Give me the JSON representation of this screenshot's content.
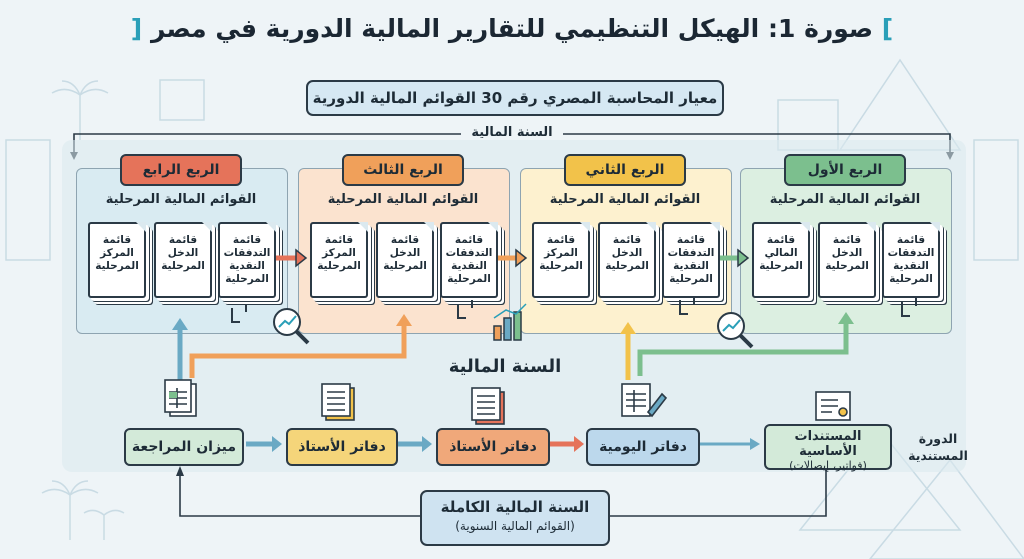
{
  "title": {
    "text": "صورة 1: الهيكل التنظيمي للتقارير المالية الدورية في مصر",
    "bracket_open": "[",
    "bracket_close": "]"
  },
  "standard": "معيار المحاسبة المصري رقم 30 القوائم المالية الدورية",
  "fiscal_year_top": "السنة المالية",
  "fiscal_year_mid": "السنة المالية",
  "quarters": [
    {
      "name": "الربع الرابع",
      "subtitle": "القوائم المالية المرحلية",
      "color": "#e5735a",
      "bg": "#d9ebf2",
      "docs": [
        "قائمة المركز المرحلية",
        "قائمة الدخل المرحلية",
        "قائمة التدفقات النقدية المرحلية"
      ]
    },
    {
      "name": "الربع الثالث",
      "subtitle": "القوائم المالية المرحلية",
      "color": "#f0a05a",
      "bg": "#fbe3cf",
      "docs": [
        "قائمة المركز المرحلية",
        "قائمة الدخل المرحلية",
        "قائمة التدفقات النقدية المرحلية"
      ]
    },
    {
      "name": "الربع الثاني",
      "subtitle": "القوائم المالية المرحلية",
      "color": "#f2c24a",
      "bg": "#fdf1cf",
      "docs": [
        "قائمة المركز المرحلية",
        "قائمة الدخل المرحلية",
        "قائمة التدفقات النقدية المرحلية"
      ]
    },
    {
      "name": "الربع الأول",
      "subtitle": "القوائم المالية المرحلية",
      "color": "#7cbf8e",
      "bg": "#dcefe1",
      "docs": [
        "قائمة المالي المرحلية",
        "قائمة الدخل المرحلية",
        "قائمة التدفقات النقدية المرحلية"
      ]
    }
  ],
  "flow": {
    "trial_balance": "ميزان المراجعة",
    "ledger_1": "دفاتر الأستاذ",
    "ledger_2": "دفاتر الأستاذ",
    "journal": "دفاتر اليومية",
    "source_docs": "المستندات الأساسية",
    "source_docs_sub": "(فواتير، إيصالات)",
    "cycle_label": "الدورة المستندية"
  },
  "final": {
    "line1": "السنة المالية الكاملة",
    "line2": "(القوائم المالية السنوية)"
  },
  "colors": {
    "outline": "#2b3a46",
    "arrow_blue": "#6aa9c4",
    "arrow_orange": "#f0a05a",
    "arrow_green": "#7cbf8e",
    "accent": "#2a9fb8"
  }
}
